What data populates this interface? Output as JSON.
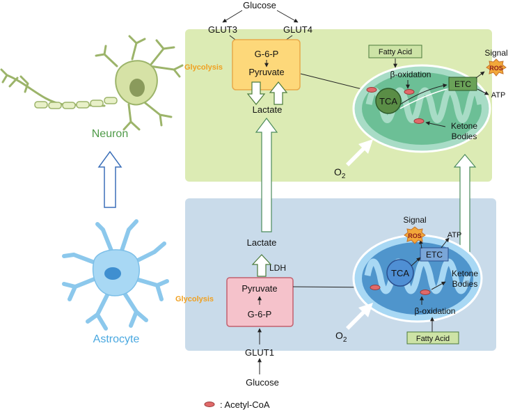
{
  "labels": {
    "neuron": "Neuron",
    "astrocyte": "Astrocyte",
    "legend": ":  Acetyl-CoA"
  },
  "neuron_panel": {
    "glucose": "Glucose",
    "glut3": "GLUT3",
    "glut4": "GLUT4",
    "glycolysis": "Glycolysis",
    "g6p": "G-6-P",
    "pyruvate": "Pyruvate",
    "lactate": "Lactate",
    "fatty_acid": "Fatty Acid",
    "beta_oxidation": "β-oxidation",
    "tca": "TCA",
    "etc": "ETC",
    "atp": "ATP",
    "signal": "Signal",
    "ros": "ROS",
    "ketone_line1": "Ketone",
    "ketone_line2": "Bodies",
    "o2": "O",
    "o2_sub": "2"
  },
  "astrocyte_panel": {
    "lactate": "Lactate",
    "ldh": "LDH",
    "glycolysis": "Glycolysis",
    "pyruvate": "Pyruvate",
    "g6p": "G-6-P",
    "glut1": "GLUT1",
    "glucose": "Glucose",
    "signal": "Signal",
    "ros": "ROS",
    "atp": "ATP",
    "etc": "ETC",
    "tca": "TCA",
    "ketone_line1": "Ketone",
    "ketone_line2": "Bodies",
    "beta_oxidation": "β-oxidation",
    "fatty_acid": "Fatty Acid",
    "o2": "O",
    "o2_sub": "2"
  },
  "colors": {
    "neuron_panel_bg": "#dcebb4",
    "astrocyte_panel_bg": "#c9dbea",
    "glycolysis_label": "#f0a020",
    "neuron_label": "#4f9a48",
    "astrocyte_label": "#4aa8e0",
    "neuron_box": "#fdd87a",
    "astrocyte_box": "#f5c2cb",
    "fatty_acid_box": "#cde3a6",
    "acetyl_coa": "#e06a6a"
  }
}
